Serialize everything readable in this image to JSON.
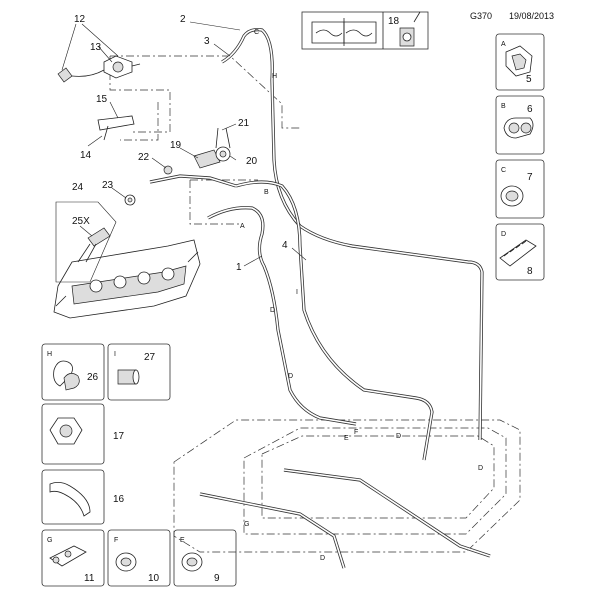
{
  "header": {
    "code": "G370",
    "date": "19/08/2013"
  },
  "callouts": {
    "c1": "1",
    "c2": "2",
    "c3": "3",
    "c4": "4",
    "c5": "5",
    "c6": "6",
    "c7": "7",
    "c8": "8",
    "c9": "9",
    "c10": "10",
    "c11": "11",
    "c12": "12",
    "c13": "13",
    "c14": "14",
    "c15": "15",
    "c16": "16",
    "c17": "17",
    "c18": "18",
    "c19": "19",
    "c20": "20",
    "c21": "21",
    "c22": "22",
    "c23": "23",
    "c24": "24",
    "c25x": "25X",
    "c26": "26",
    "c27": "27"
  },
  "letters": {
    "A": "A",
    "B": "B",
    "C": "C",
    "D": "D",
    "E": "E",
    "F": "F",
    "G": "G",
    "H": "H",
    "I": "I"
  }
}
